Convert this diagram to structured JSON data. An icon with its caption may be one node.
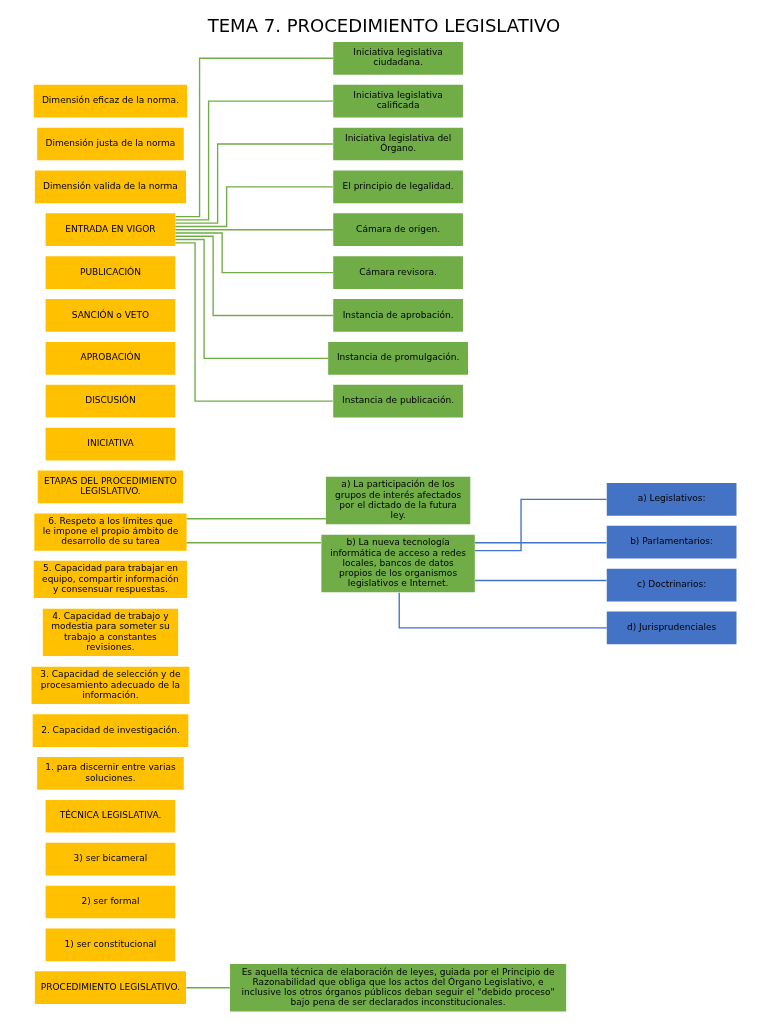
{
  "diagram": {
    "title": "TEMA 7. PROCEDIMIENTO LEGISLATIVO",
    "nodes": [
      {
        "text": [
          "PROCEDIMIENTO LEGISLATIVO."
        ]
      },
      {
        "text": [
          "1) ser constitucional"
        ]
      },
      {
        "text": [
          "2) ser formal"
        ]
      },
      {
        "text": [
          "3) ser bicameral"
        ]
      },
      {
        "text": [
          "TÉCNICA LEGISLATIVA."
        ]
      },
      {
        "text": [
          "1. para discernir entre varias soluciones."
        ]
      },
      {
        "text": [
          "2. Capacidad de investigación."
        ]
      },
      {
        "text": [
          "3. Capacidad de selección y de procesamiento adecuado de la información."
        ]
      },
      {
        "text": [
          "4. Capacidad de trabajo y modestia para someter su trabajo a constantes revisiones."
        ]
      },
      {
        "text": [
          "5. Capacidad para trabajar en equipo, compartir información y consensuar respuestas."
        ]
      },
      {
        "text": [
          "6. Respeto a los límites que le impone el propio ámbito de desarrollo de su tarea"
        ]
      },
      {
        "text": [
          "ETAPAS DEL PROCEDIMIENTO LEGISLATIVO."
        ]
      },
      {
        "text": [
          "INICIATIVA"
        ]
      },
      {
        "text": [
          "DISCUSIÓN"
        ]
      },
      {
        "text": [
          "APROBACIÓN"
        ]
      },
      {
        "text": [
          "SANCIÓN o VETO"
        ]
      },
      {
        "text": [
          "PUBLICACIÓN"
        ]
      },
      {
        "text": [
          "ENTRADA EN VIGOR"
        ]
      },
      {
        "text": [
          "Dimensión valida de la norma"
        ]
      },
      {
        "text": [
          "Dimensión justa de la norma"
        ]
      },
      {
        "text": [
          "Dimensión eficaz de la norma."
        ]
      },
      {
        "text": [
          "Es aquella técnica de elaboración de leyes, guiada por el Principio de Razonabilidad que obliga que los actos del Órgano Legislativo, e inclusive los otros órganos públicos deban seguir el \"debido proceso\" bajo pena de ser declarados inconstitucionales."
        ]
      },
      {
        "text": [
          "a) La participación de los grupos de interés afectados por el dictado de la futura ley."
        ]
      },
      {
        "text": [
          "b) La nueva tecnología informática de acceso a redes locales, bancos de datos propios de los organismos legislativos e Internet."
        ]
      },
      {
        "text": [
          "Iniciativa legislativa ciudadana."
        ]
      },
      {
        "text": [
          "Iniciativa legislativa calificada"
        ]
      },
      {
        "text": [
          "Iniciativa legislativa del Órgano."
        ]
      },
      {
        "text": [
          "El principio de legalidad."
        ]
      },
      {
        "text": [
          "Cámara de origen."
        ]
      },
      {
        "text": [
          "Cámara revisora."
        ]
      },
      {
        "text": [
          "Instancia de aprobación."
        ]
      },
      {
        "text": [
          "Instancia de promulgación."
        ]
      },
      {
        "text": [
          "Instancia de publicación."
        ]
      },
      {
        "text": [
          "a) Legislativos:"
        ]
      },
      {
        "text": [
          "b) Parlamentarios:"
        ]
      },
      {
        "text": [
          "c) Doctrinarios:"
        ]
      },
      {
        "text": [
          "d) Jurisprudenciales"
        ]
      }
    ],
    "edges": [
      {
        "from": 0,
        "to": 21,
        "arrow": "none"
      },
      {
        "from": 10,
        "to": 22,
        "arrow": "none"
      },
      {
        "from": 10,
        "to": 23,
        "arrow": "none"
      },
      {
        "from": 23,
        "to": 33,
        "arrow": "none",
        "color": "#4472c4"
      },
      {
        "from": 23,
        "to": 34,
        "arrow": "none",
        "color": "#4472c4"
      },
      {
        "from": 23,
        "to": 35,
        "arrow": "none",
        "color": "#4472c4"
      },
      {
        "from": 23,
        "to": 36,
        "arrow": "none",
        "color": "#4472c4"
      },
      {
        "from": 17,
        "to": 24,
        "arrow": "none"
      },
      {
        "from": 17,
        "to": 25,
        "arrow": "none"
      },
      {
        "from": 17,
        "to": 26,
        "arrow": "none"
      },
      {
        "from": 17,
        "to": 27,
        "arrow": "none"
      },
      {
        "from": 17,
        "to": 28,
        "arrow": "none"
      },
      {
        "from": 17,
        "to": 29,
        "arrow": "none"
      },
      {
        "from": 17,
        "to": 30,
        "arrow": "none"
      },
      {
        "from": 17,
        "to": 31,
        "arrow": "none"
      },
      {
        "from": 17,
        "to": 32,
        "arrow": "none"
      }
    ]
  }
}
